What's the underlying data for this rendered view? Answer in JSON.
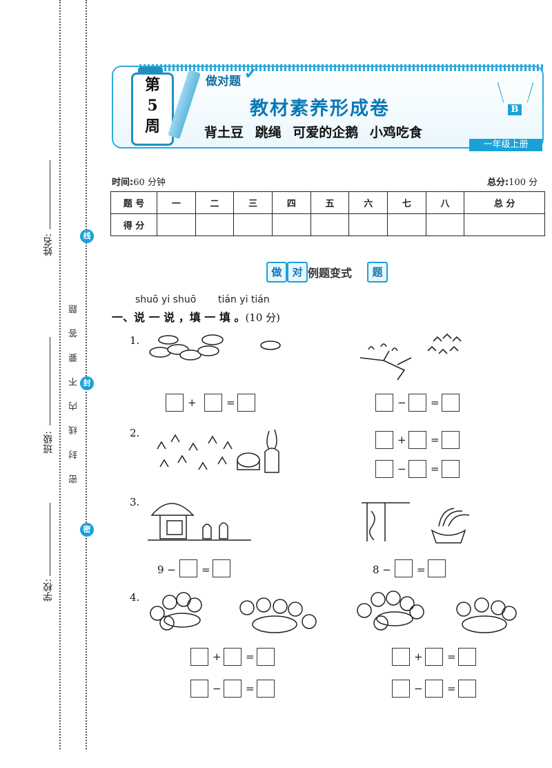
{
  "margin": {
    "school_label": "学校:",
    "class_label": "班级:",
    "name_label": "姓名:",
    "instruction": "密 封 线 内 不 要 答 题",
    "seal_1": "线",
    "seal_2": "封",
    "seal_3": "密"
  },
  "header": {
    "week_line1": "第",
    "week_line2": "5",
    "week_line3": "周",
    "brand": "做对题",
    "title": "教材素养形成卷",
    "subtitle": "背土豆  跳绳  可爱的企鹅  小鸡吃食",
    "version_badge": "B",
    "grade": "一年级上册"
  },
  "meta": {
    "time_label": "时间:",
    "time_value": "60 分钟",
    "total_label": "总分:",
    "total_value": "100 分"
  },
  "score_table": {
    "row1": [
      "题 号",
      "一",
      "二",
      "三",
      "四",
      "五",
      "六",
      "七",
      "八",
      "总 分"
    ],
    "row2_label": "得 分"
  },
  "section": {
    "box1": "做",
    "box2": "对",
    "text": "例题变式",
    "box3": "题"
  },
  "question1": {
    "pinyin_1": "shuō  yi  shuō",
    "pinyin_2": "tián  yi  tián",
    "title": "一、说 一 说 ，填 一 填 。",
    "score": "(10 分)"
  },
  "items": {
    "n1": "1.",
    "n2": "2.",
    "n3": "3.",
    "n4": "4.",
    "plus": "+",
    "minus": "−",
    "eq": "=",
    "q3_left_start": "9 −",
    "q3_right_start": "8 −"
  }
}
